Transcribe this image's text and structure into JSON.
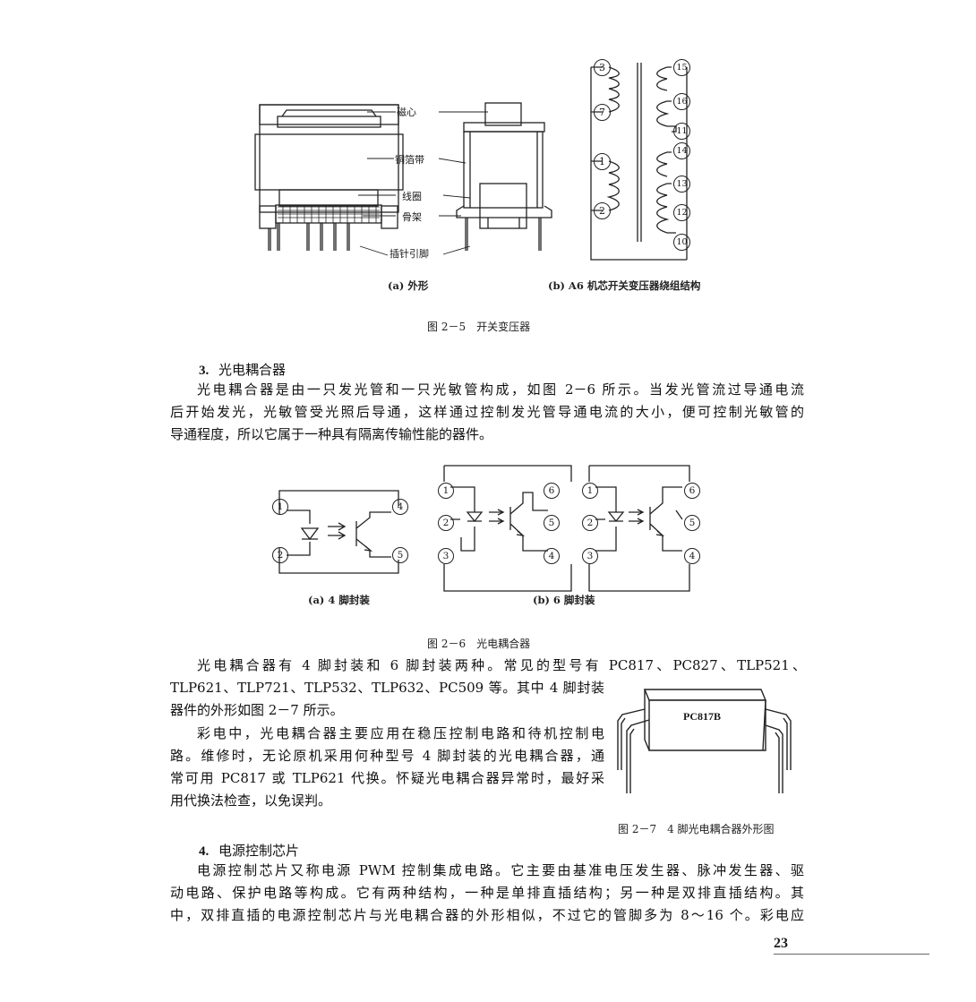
{
  "figure_2_5": {
    "labels": {
      "core": "磁心",
      "copper": "铜箔带",
      "coil": "线圈",
      "bobbin": "骨架",
      "pins": "插针引脚"
    },
    "pins_left": [
      "3",
      "7",
      "1",
      "2"
    ],
    "pins_right": [
      "15",
      "16",
      "11",
      "14",
      "13",
      "12",
      "10"
    ],
    "sub_a": "(a) 外形",
    "sub_b": "(b) A6 机芯开关变压器绕组结构",
    "caption": "图 2－5　开关变压器"
  },
  "section3": {
    "number": "3.",
    "title": "光电耦合器",
    "para1_lines": [
      "光电耦合器是由一只发光管和一只光敏管构成，如图 2－6 所示。当发光管流过导通电流",
      "后开始发光，光敏管受光照后导通，这样通过控制发光管导通电流的大小，便可控制光敏管的",
      "导通程度，所以它属于一种具有隔离传输性能的器件。"
    ]
  },
  "figure_2_6": {
    "pins_a": [
      "1",
      "2",
      "4",
      "5"
    ],
    "pins_b": [
      "1",
      "2",
      "3",
      "6",
      "5",
      "4"
    ],
    "pins_c": [
      "1",
      "2",
      "3",
      "6",
      "5",
      "4"
    ],
    "sub_a": "(a) 4 脚封装",
    "sub_b": "(b) 6 脚封装",
    "caption": "图 2－6　光电耦合器"
  },
  "para2": {
    "line1": "光电耦合器有 4 脚封装和 6 脚封装两种。常见的型号有 PC817、PC827、TLP521、",
    "lines": [
      "TLP621、TLP721、TLP532、TLP632、PC509 等。其中 4 脚封装",
      "器件的外形如图 2－7 所示。"
    ]
  },
  "para3_lines": [
    "彩电中，光电耦合器主要应用在稳压控制电路和待机控制电",
    "路。维修时，无论原机采用何种型号 4 脚封装的光电耦合器，通",
    "常可用 PC817 或 TLP621 代换。怀疑光电耦合器异常时，最好采",
    "用代换法检查，以免误判。"
  ],
  "figure_2_7": {
    "chip_label": "PC817B",
    "caption": "图 2－7　4 脚光电耦合器外形图"
  },
  "section4": {
    "number": "4.",
    "title": "电源控制芯片",
    "para_lines": [
      "电源控制芯片又称电源 PWM 控制集成电路。它主要由基准电压发生器、脉冲发生器、驱",
      "动电路、保护电路等构成。它有两种结构，一种是单排直插结构；另一种是双排直插结构。其",
      "中，双排直插的电源控制芯片与光电耦合器的外形相似，不过它的管脚多为 8～16 个。彩电应"
    ]
  },
  "page_number": "23"
}
